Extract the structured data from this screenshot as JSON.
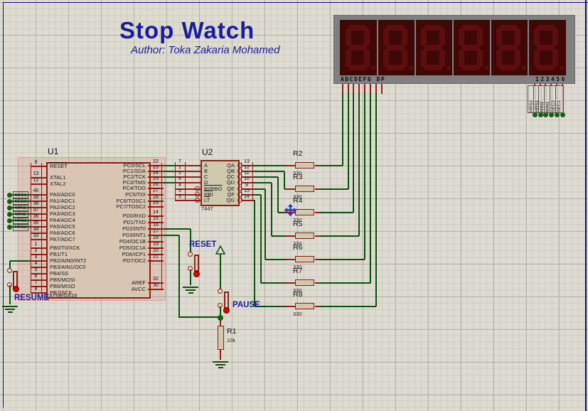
{
  "title": {
    "text": "Stop Watch",
    "author": "Author: Toka Zakaria Mohamed"
  },
  "colors": {
    "accent_navy": "#1c1c9c",
    "wire_green": "#0d510d",
    "pin_red": "#9b1a12",
    "junction_green": "#156015",
    "chip_fill": "#d0c9ae",
    "u1_fill": "#d8c5b2",
    "chip_border": "#8b1f14",
    "selection_tint": "rgba(216,100,80,0.16)",
    "display_frame": "#808080",
    "display_cell_bg": "#400707",
    "display_segment_off": "#5c0e0e",
    "sheet_border_blue": "#0b0b9e",
    "knob_red": "#e00000"
  },
  "display": {
    "segment_row_label": "ABCDEFG DP",
    "digit_row_label": "123456",
    "digit_count": 6,
    "right_pin_labels": [
      "HRS2",
      "HRS1",
      "MIN2",
      "MIN1",
      "SEC2",
      "SEC1"
    ]
  },
  "left_terminals": [
    "SEC1",
    "SEC2",
    "MIN1",
    "MIN2",
    "HRS1",
    "HRS2"
  ],
  "u1": {
    "ref": "U1",
    "part": "ATMEGA16",
    "left_pins": [
      {
        "n": "9",
        "l": "RESET",
        "ol": true
      },
      {
        "n": "13",
        "l": "XTAL1"
      },
      {
        "n": "12",
        "l": "XTAL2"
      },
      {
        "n": "40",
        "l": "PA0/ADC0"
      },
      {
        "n": "39",
        "l": "PA1/ADC1"
      },
      {
        "n": "38",
        "l": "PA2/ADC2"
      },
      {
        "n": "37",
        "l": "PA3/ADC3"
      },
      {
        "n": "36",
        "l": "PA4/ADC4"
      },
      {
        "n": "35",
        "l": "PA5/ADC5"
      },
      {
        "n": "34",
        "l": "PA6/ADC6"
      },
      {
        "n": "33",
        "l": "PA7/ADC7"
      },
      {
        "n": "1",
        "l": "PB0/T0/XCK"
      },
      {
        "n": "2",
        "l": "PB1/T1"
      },
      {
        "n": "3",
        "l": "PB2/AIN0/INT2"
      },
      {
        "n": "4",
        "l": "PB3/AIN1/OC0"
      },
      {
        "n": "5",
        "l": "PB4/SS"
      },
      {
        "n": "6",
        "l": "PB5/MOSI"
      },
      {
        "n": "7",
        "l": "PB6/MISO"
      },
      {
        "n": "8",
        "l": "PB7/SCK"
      }
    ],
    "right_pins": [
      {
        "n": "22",
        "l": "PC0/SCL"
      },
      {
        "n": "23",
        "l": "PC1/SDA"
      },
      {
        "n": "24",
        "l": "PC2/TCK"
      },
      {
        "n": "25",
        "l": "PC3/TMS"
      },
      {
        "n": "26",
        "l": "PC4/TDO"
      },
      {
        "n": "27",
        "l": "PC5/TDI"
      },
      {
        "n": "28",
        "l": "PC6/TOSC1"
      },
      {
        "n": "29",
        "l": "PC7/TOSC2"
      },
      {
        "n": "14",
        "l": "PD0/RXD"
      },
      {
        "n": "15",
        "l": "PD1/TXD"
      },
      {
        "n": "16",
        "l": "PD2/INT0"
      },
      {
        "n": "17",
        "l": "PD3/INT1"
      },
      {
        "n": "18",
        "l": "PD4/OC1B"
      },
      {
        "n": "19",
        "l": "PD5/OC1A"
      },
      {
        "n": "20",
        "l": "PD6/ICP1"
      },
      {
        "n": "21",
        "l": "PD7/OC2"
      },
      {
        "n": "32",
        "l": "AREF"
      },
      {
        "n": "30",
        "l": "AVCC"
      }
    ]
  },
  "u2": {
    "ref": "U2",
    "part": "7447",
    "left_pins": [
      {
        "n": "7",
        "l": "A"
      },
      {
        "n": "1",
        "l": "B"
      },
      {
        "n": "2",
        "l": "C"
      },
      {
        "n": "6",
        "l": "D"
      },
      {
        "n": "4",
        "l": "BI/RBO",
        "b": true,
        "ol": true
      },
      {
        "n": "5",
        "l": "RBI",
        "b": true,
        "ol": true
      },
      {
        "n": "3",
        "l": "LT",
        "b": true,
        "ol": true
      }
    ],
    "right_pins": [
      {
        "n": "13",
        "l": "QA",
        "b": true
      },
      {
        "n": "12",
        "l": "QB",
        "b": true
      },
      {
        "n": "11",
        "l": "QC",
        "b": true
      },
      {
        "n": "10",
        "l": "QD",
        "b": true
      },
      {
        "n": "9",
        "l": "QE",
        "b": true
      },
      {
        "n": "15",
        "l": "QF",
        "b": true
      },
      {
        "n": "14",
        "l": "QG",
        "b": true
      }
    ]
  },
  "resistors": [
    {
      "ref": "R2",
      "val": "330"
    },
    {
      "ref": "R3",
      "val": "330"
    },
    {
      "ref": "R4",
      "val": "330"
    },
    {
      "ref": "R5",
      "val": "330"
    },
    {
      "ref": "R6",
      "val": "330"
    },
    {
      "ref": "R7",
      "val": "330"
    },
    {
      "ref": "R8",
      "val": "330"
    },
    {
      "ref": "R1",
      "val": "10k"
    }
  ],
  "buttons": {
    "reset": "RESET",
    "pause": "PAUSE",
    "resume": "RESUME"
  }
}
